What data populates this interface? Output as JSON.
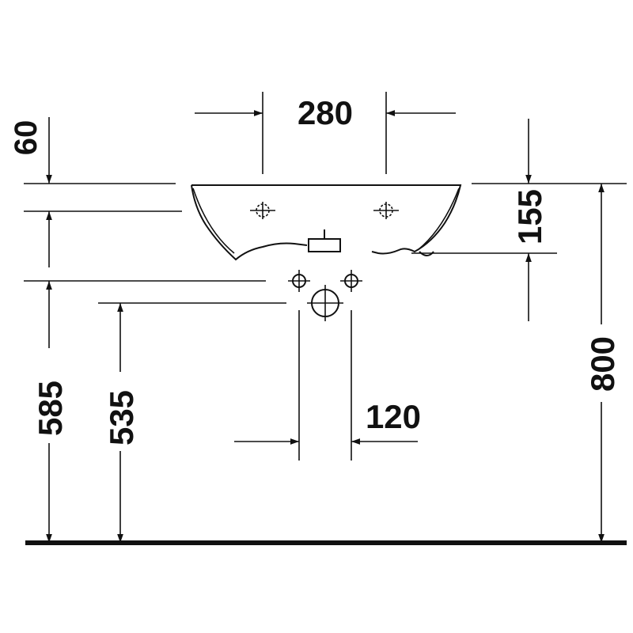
{
  "dimensions": {
    "width_tap_holes": "280",
    "height_60": "60",
    "height_155": "155",
    "height_800": "800",
    "height_585": "585",
    "height_535": "535",
    "width_120": "120"
  },
  "colors": {
    "line": "#111111",
    "background": "#ffffff"
  }
}
